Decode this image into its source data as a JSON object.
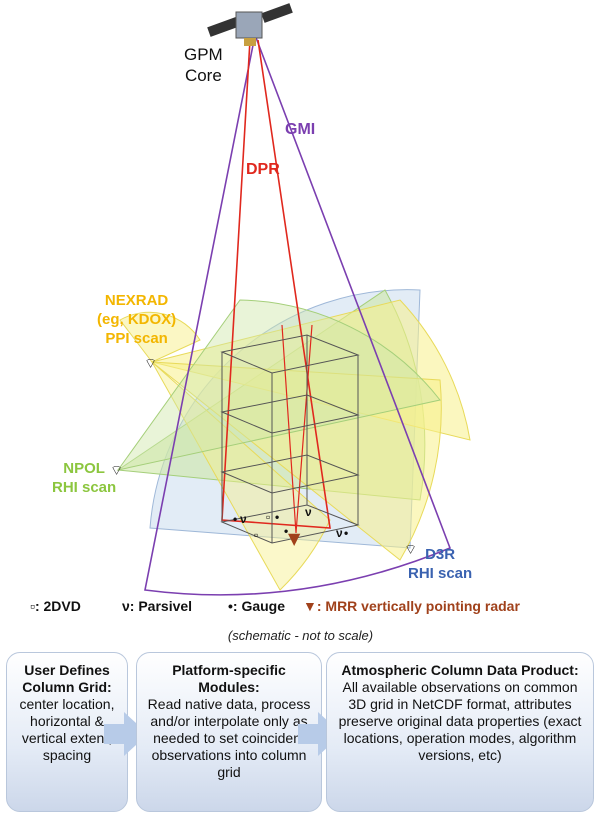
{
  "labels": {
    "satellite": "GPM\nCore",
    "gmi": "GMI",
    "dpr": "DPR",
    "nexrad": "NEXRAD\n(eg, KDOX)\nPPI scan",
    "npol": "NPOL\nRHI scan",
    "d3r": "D3R\nRHI scan"
  },
  "legend": {
    "twodvd_marker": "▫",
    "twodvd": ": 2DVD",
    "parsivel_marker": "ν",
    "parsivel": ": Parsivel",
    "gauge_marker": "•",
    "gauge": ": Gauge",
    "mrr_marker": "▼",
    "mrr": ": MRR vertically pointing radar"
  },
  "note": "(schematic - not to scale)",
  "boxes": [
    {
      "title": "User Defines Column Grid:",
      "body": "center location, horizontal & vertical extent, spacing"
    },
    {
      "title": "Platform-specific Modules:",
      "body": "Read native data, process and/or interpolate only as needed to set coincident observations into column grid"
    },
    {
      "title": "Atmospheric Column Data Product:",
      "body": "All available observations on common 3D grid in NetCDF format, attributes preserve original data properties (exact locations, operation modes, algorithm versions, etc)"
    }
  ],
  "colors": {
    "gmi": "#7b3fb0",
    "dpr": "#e0281e",
    "nexrad": "#f3b600",
    "npol": "#8cc63f",
    "d3r": "#3a62b0",
    "mrr": "#a0411b",
    "yellow_fill": "#f7f08a",
    "green_fill": "#cfe7a8",
    "blue_fill": "#d8e6f3"
  }
}
